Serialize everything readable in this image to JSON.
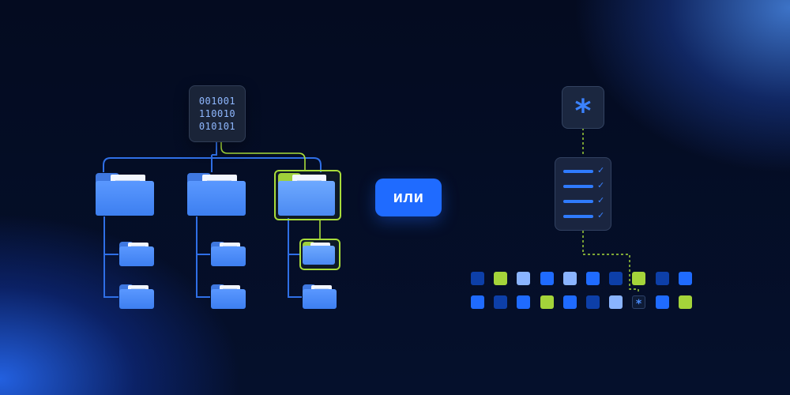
{
  "binary_chip": {
    "lines": [
      "001001",
      "110010",
      "010101"
    ]
  },
  "divider": {
    "label": "или"
  },
  "key_box": {
    "symbol": "*"
  },
  "checklist": {
    "check_symbol": "✓",
    "row_count": 4
  },
  "grid": {
    "rows": [
      [
        "c-dark",
        "c-lime",
        "c-light",
        "c-mid",
        "c-light",
        "c-mid",
        "c-dark",
        "c-lime",
        "c-dark",
        "c-mid"
      ],
      [
        "c-mid",
        "c-dark",
        "c-mid",
        "c-lime",
        "c-mid",
        "c-dark",
        "c-light",
        "c-star",
        "c-mid",
        "c-lime"
      ]
    ],
    "star_symbol": "*"
  },
  "colors": {
    "background": "#040d24",
    "folder_blue": "#3d7ff0",
    "accent_lime": "#a8dc3a",
    "button_blue": "#1f6bff",
    "line_blue": "#2f6fe6"
  }
}
